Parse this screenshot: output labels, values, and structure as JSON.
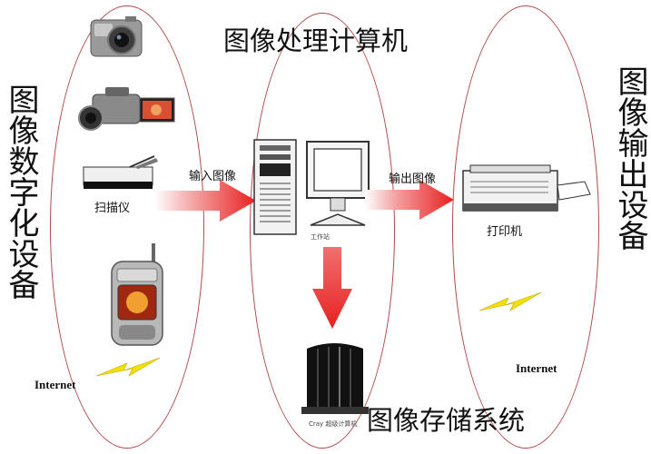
{
  "title": "图像处理计算机",
  "left_group": "图像数字化设备",
  "right_group": "图像输出设备",
  "storage_group": "图像存储系统",
  "arrow_input_label": "输入图像",
  "arrow_output_label": "输出图像",
  "scanner_label": "扫描仪",
  "printer_label": "打印机",
  "internet_left": "Internet",
  "internet_right": "Internet",
  "computer_caption": "工作站",
  "storage_caption": "Cray 超级计算机",
  "colors": {
    "ellipse": "#b04a4a",
    "arrow": "#e82020",
    "lightning": "#f2e000"
  }
}
